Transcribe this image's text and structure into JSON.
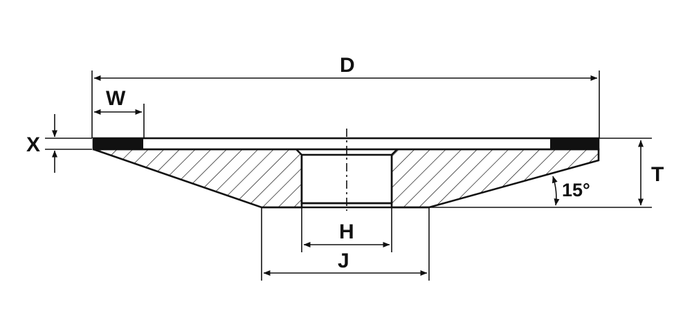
{
  "labels": {
    "D": "D",
    "W": "W",
    "X": "X",
    "T": "T",
    "H": "H",
    "J": "J",
    "angle": "15°"
  }
}
